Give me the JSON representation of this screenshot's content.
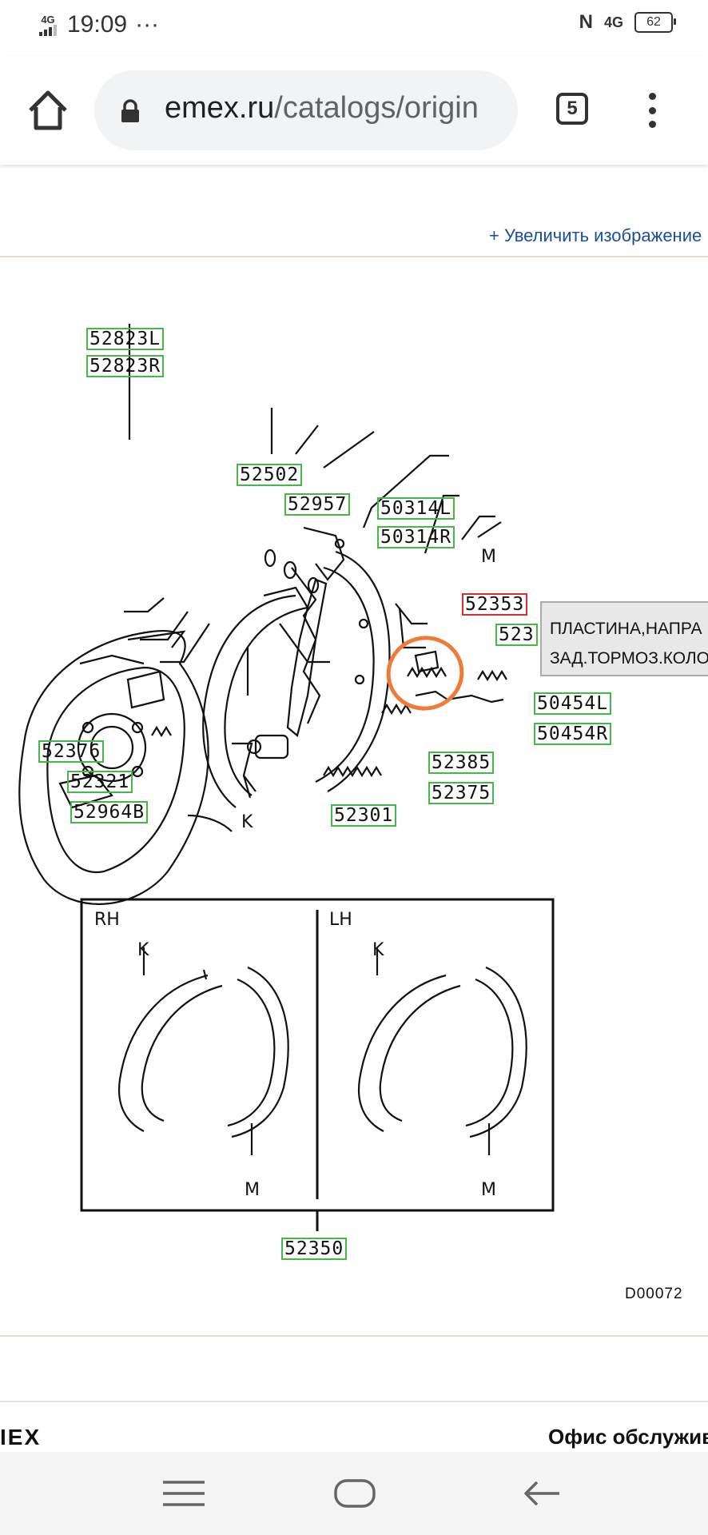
{
  "status_bar": {
    "network": "4G",
    "time": "19:09",
    "dots": "···",
    "nfc_icon": "N",
    "network_right": "4G",
    "battery": "62"
  },
  "browser": {
    "url_domain": "emex.ru",
    "url_path": "/catalogs/origin",
    "tab_count": "5"
  },
  "page": {
    "enlarge_link": "+ Увеличить изображение",
    "tooltip_line1": "ПЛАСТИНА,НАПРА",
    "tooltip_line2": "ЗАД.ТОРМОЗ.КОЛО",
    "diagram_code": "D00072",
    "footer_left": "IEX",
    "footer_right": "Офис обслужива"
  },
  "diagram": {
    "parts": [
      {
        "id": "52823L",
        "label": "52823L"
      },
      {
        "id": "52823R",
        "label": "52823R"
      },
      {
        "id": "52502",
        "label": "52502"
      },
      {
        "id": "52957",
        "label": "52957"
      },
      {
        "id": "50314L",
        "label": "50314L"
      },
      {
        "id": "50314R",
        "label": "50314R"
      },
      {
        "id": "52353",
        "label": "52353",
        "selected": true
      },
      {
        "id": "523xx",
        "label": "523"
      },
      {
        "id": "50454L",
        "label": "50454L"
      },
      {
        "id": "50454R",
        "label": "50454R"
      },
      {
        "id": "52376",
        "label": "52376"
      },
      {
        "id": "52321",
        "label": "52321"
      },
      {
        "id": "52964B",
        "label": "52964B"
      },
      {
        "id": "52385",
        "label": "52385"
      },
      {
        "id": "52375",
        "label": "52375"
      },
      {
        "id": "52301",
        "label": "52301"
      },
      {
        "id": "52350",
        "label": "52350"
      }
    ],
    "letters": {
      "m_top": "M",
      "k_bottom": "K",
      "rh": "RH",
      "lh": "LH",
      "k_rh": "K",
      "m_rh": "M",
      "k_lh": "K",
      "m_lh": "M"
    }
  },
  "colors": {
    "label_border": "#48b748",
    "selected_border": "#d63030",
    "link": "#1a4f9c",
    "highlight_circle": "#f07a3a"
  }
}
